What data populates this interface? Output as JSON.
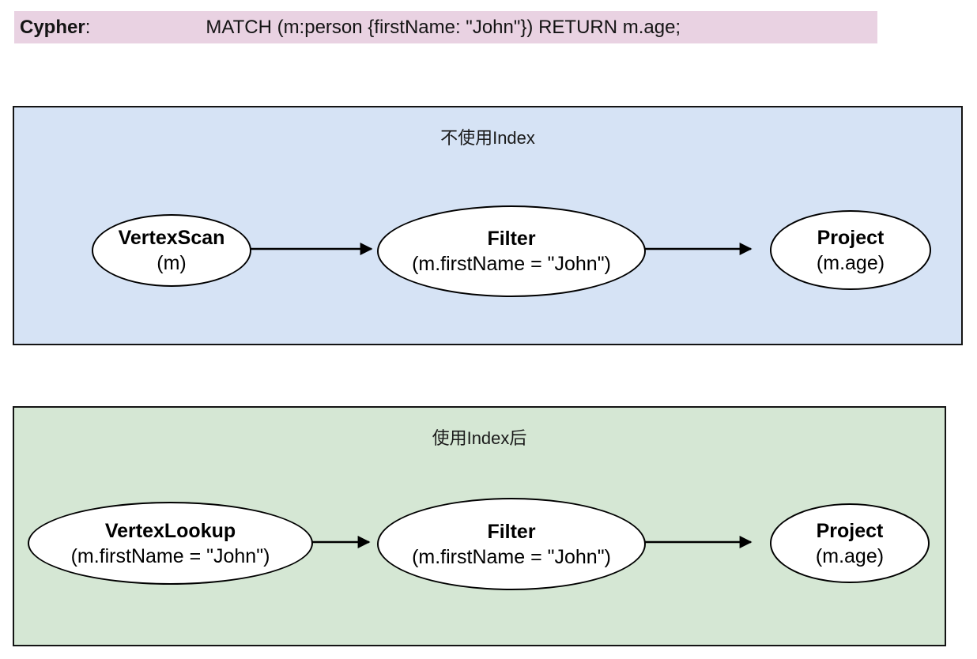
{
  "cypher_bar": {
    "label": "Cypher",
    "colon": ":",
    "query": "MATCH (m:person {firstName: \"John\"}) RETURN m.age;"
  },
  "panels": [
    {
      "id": "no-index",
      "title": "不使用Index",
      "bg": "#d6e3f5",
      "nodes": [
        {
          "name": "VertexScan",
          "detail": "(m)"
        },
        {
          "name": "Filter",
          "detail": "(m.firstName = \"John\")"
        },
        {
          "name": "Project",
          "detail": "(m.age)"
        }
      ]
    },
    {
      "id": "with-index",
      "title": "使用Index后",
      "bg": "#d5e7d4",
      "nodes": [
        {
          "name": "VertexLookup",
          "detail": "(m.firstName = \"John\")"
        },
        {
          "name": "Filter",
          "detail": "(m.firstName = \"John\")"
        },
        {
          "name": "Project",
          "detail": "(m.age)"
        }
      ]
    }
  ],
  "colors": {
    "cypher_bar_bg": "#e9d2e2",
    "no_index_panel_bg": "#d6e3f5",
    "with_index_panel_bg": "#d5e7d4",
    "node_fill": "#ffffff",
    "stroke": "#000000"
  }
}
